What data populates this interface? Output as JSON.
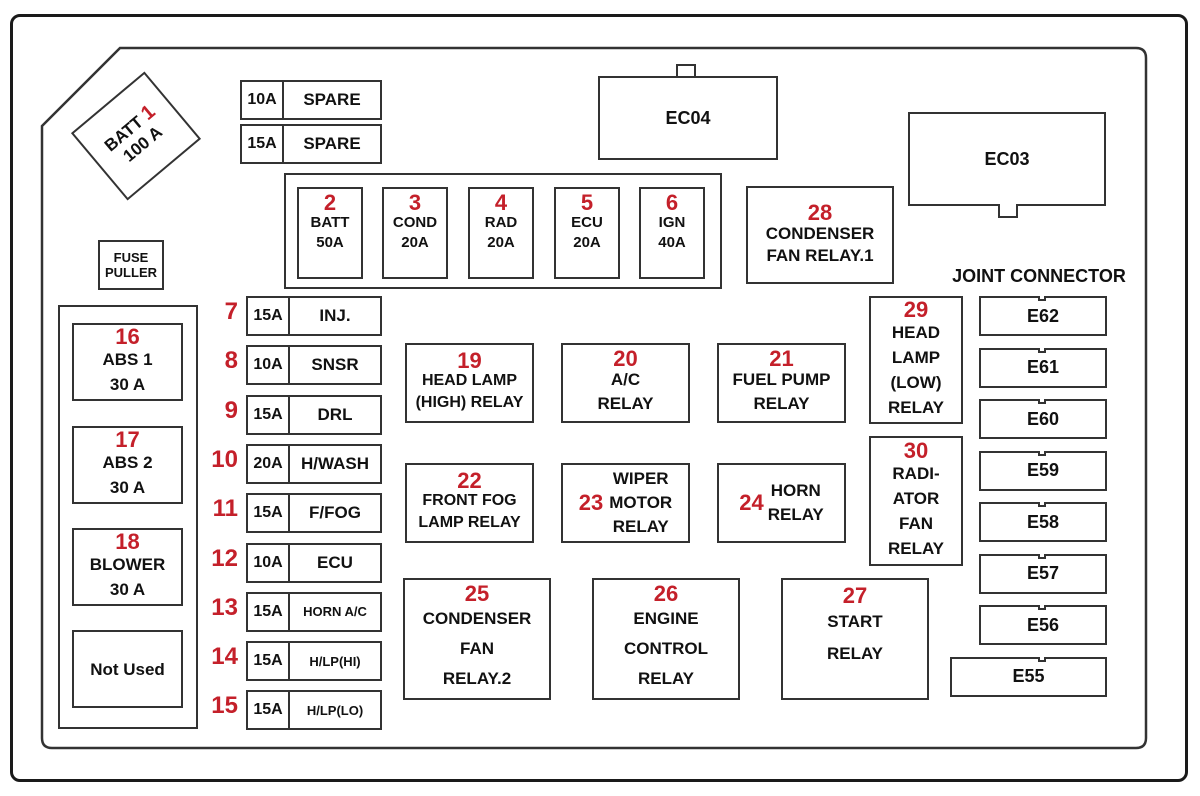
{
  "title": "Engine Compartment Fuse & Relay Box",
  "main_fuse": {
    "number": "1",
    "name": "BATT",
    "rating": "100 A"
  },
  "fuse_puller": {
    "line1": "FUSE",
    "line2": "PULLER"
  },
  "spares": [
    {
      "rating": "10A",
      "name": "SPARE"
    },
    {
      "rating": "15A",
      "name": "SPARE"
    }
  ],
  "fusible_links": [
    {
      "number": "2",
      "name": "BATT",
      "rating": "50A"
    },
    {
      "number": "3",
      "name": "COND",
      "rating": "20A"
    },
    {
      "number": "4",
      "name": "RAD",
      "rating": "20A"
    },
    {
      "number": "5",
      "name": "ECU",
      "rating": "20A"
    },
    {
      "number": "6",
      "name": "IGN",
      "rating": "40A"
    }
  ],
  "connectors": {
    "ec04": "EC04",
    "ec03": "EC03"
  },
  "mini_fuses": [
    {
      "number": "7",
      "rating": "15A",
      "name": "INJ."
    },
    {
      "number": "8",
      "rating": "10A",
      "name": "SNSR"
    },
    {
      "number": "9",
      "rating": "15A",
      "name": "DRL"
    },
    {
      "number": "10",
      "rating": "20A",
      "name": "H/WASH"
    },
    {
      "number": "11",
      "rating": "15A",
      "name": "F/FOG"
    },
    {
      "number": "12",
      "rating": "10A",
      "name": "ECU"
    },
    {
      "number": "13",
      "rating": "15A",
      "name": "HORN A/C"
    },
    {
      "number": "14",
      "rating": "15A",
      "name": "H/LP(HI)"
    },
    {
      "number": "15",
      "rating": "15A",
      "name": "H/LP(LO)"
    }
  ],
  "cartridge_fuses": [
    {
      "number": "16",
      "name": "ABS 1",
      "rating": "30 A"
    },
    {
      "number": "17",
      "name": "ABS 2",
      "rating": "30 A"
    },
    {
      "number": "18",
      "name": "BLOWER",
      "rating": "30 A"
    },
    {
      "number": "",
      "name": "Not Used",
      "rating": ""
    }
  ],
  "relays": {
    "r19": {
      "number": "19",
      "line1": "HEAD LAMP",
      "line2": "(HIGH) RELAY"
    },
    "r20": {
      "number": "20",
      "line1": "A/C",
      "line2": "RELAY"
    },
    "r21": {
      "number": "21",
      "line1": "FUEL PUMP",
      "line2": "RELAY"
    },
    "r22": {
      "number": "22",
      "line1": "FRONT FOG",
      "line2": "LAMP RELAY"
    },
    "r23": {
      "number": "23",
      "line1": "WIPER",
      "line2": "MOTOR",
      "line3": "RELAY"
    },
    "r24": {
      "number": "24",
      "line1": "HORN",
      "line2": "RELAY"
    },
    "r25": {
      "number": "25",
      "line1": "CONDENSER",
      "line2": "FAN",
      "line3": "RELAY.2"
    },
    "r26": {
      "number": "26",
      "line1": "ENGINE",
      "line2": "CONTROL",
      "line3": "RELAY"
    },
    "r27": {
      "number": "27",
      "line1": "START",
      "line2": "RELAY"
    },
    "r28": {
      "number": "28",
      "line1": "CONDENSER",
      "line2": "FAN RELAY.1"
    },
    "r29": {
      "number": "29",
      "line1": "HEAD",
      "line2": "LAMP",
      "line3": "(LOW)",
      "line4": "RELAY"
    },
    "r30": {
      "number": "30",
      "line1": "RADI-",
      "line2": "ATOR",
      "line3": "FAN",
      "line4": "RELAY"
    }
  },
  "joint_connector": {
    "title": "JOINT CONNECTOR",
    "items": [
      "E62",
      "E61",
      "E60",
      "E59",
      "E58",
      "E57",
      "E56",
      "E55"
    ]
  }
}
